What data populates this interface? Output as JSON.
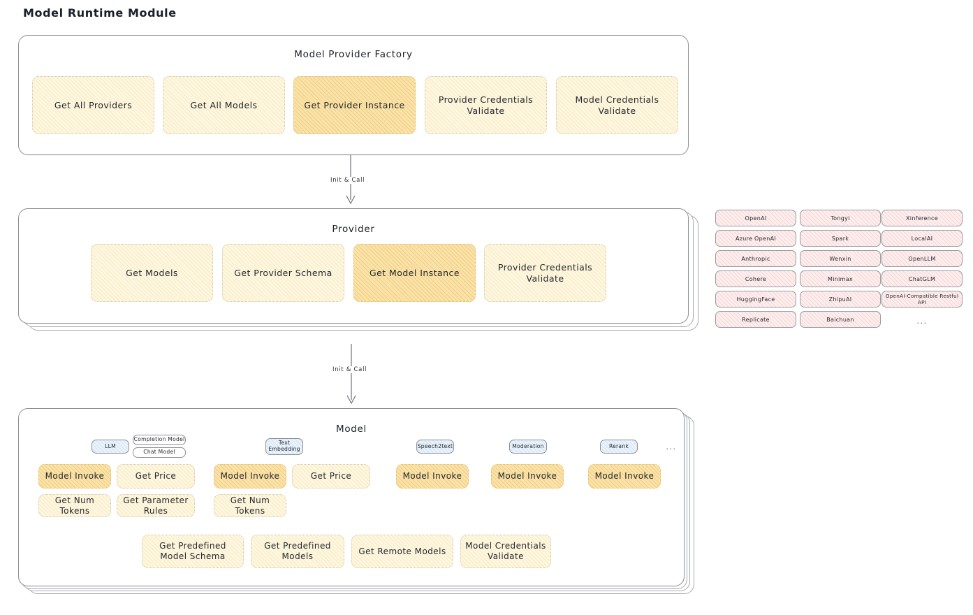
{
  "page": {
    "title": "Model Runtime Module"
  },
  "factory": {
    "title": "Model Provider Factory",
    "nodes": [
      {
        "label": "Get All Providers",
        "highlighted": false
      },
      {
        "label": "Get All Models",
        "highlighted": false
      },
      {
        "label": "Get Provider Instance",
        "highlighted": true
      },
      {
        "label": "Provider Credentials Validate",
        "highlighted": false
      },
      {
        "label": "Model Credentials Validate",
        "highlighted": false
      }
    ]
  },
  "arrows": [
    {
      "label": "Init & Call"
    },
    {
      "label": "Init & Call"
    }
  ],
  "provider": {
    "title": "Provider",
    "nodes": [
      {
        "label": "Get Models",
        "highlighted": false
      },
      {
        "label": "Get Provider Schema",
        "highlighted": false
      },
      {
        "label": "Get Model Instance",
        "highlighted": true
      },
      {
        "label": "Provider Credentials Validate",
        "highlighted": false
      }
    ]
  },
  "provider_list": {
    "columns": [
      [
        "OpenAI",
        "Azure OpenAI",
        "Anthropic",
        "Cohere",
        "HuggingFace",
        "Replicate"
      ],
      [
        "Tongyi",
        "Spark",
        "Wenxin",
        "Minimax",
        "ZhipuAI",
        "Baichuan"
      ],
      [
        "Xinference",
        "LocalAI",
        "OpenLLM",
        "ChatGLM",
        "OpenAI-Compatible Restful API"
      ]
    ],
    "more": "..."
  },
  "model": {
    "title": "Model",
    "more": "...",
    "types": [
      {
        "name": "LLM",
        "sub_badges": [
          "Completion Model",
          "Chat Model"
        ],
        "nodes": [
          {
            "label": "Model Invoke",
            "highlighted": true
          },
          {
            "label": "Get Price",
            "highlighted": false
          },
          {
            "label": "Get Num Tokens",
            "highlighted": false
          },
          {
            "label": "Get Parameter Rules",
            "highlighted": false
          }
        ]
      },
      {
        "name": "Text Embedding",
        "sub_badges": [],
        "nodes": [
          {
            "label": "Model Invoke",
            "highlighted": true
          },
          {
            "label": "Get Price",
            "highlighted": false
          },
          {
            "label": "Get Num Tokens",
            "highlighted": false
          }
        ]
      },
      {
        "name": "Speech2text",
        "sub_badges": [],
        "nodes": [
          {
            "label": "Model Invoke",
            "highlighted": true
          }
        ]
      },
      {
        "name": "Moderation",
        "sub_badges": [],
        "nodes": [
          {
            "label": "Model Invoke",
            "highlighted": true
          }
        ]
      },
      {
        "name": "Rerank",
        "sub_badges": [],
        "nodes": [
          {
            "label": "Model Invoke",
            "highlighted": true
          }
        ]
      }
    ],
    "common_nodes": [
      {
        "label": "Get Predefined Model Schema"
      },
      {
        "label": "Get Predefined Models"
      },
      {
        "label": "Get Remote Models"
      },
      {
        "label": "Model Credentials Validate"
      }
    ]
  },
  "colors": {
    "node_fill": "#fdf7e2",
    "node_highlight_fill": "#fae3ab",
    "chip_fill": "#fdeeee",
    "badge_fill": "#eaf3fb",
    "panel_border": "#8d8f96",
    "text": "#24282f"
  }
}
